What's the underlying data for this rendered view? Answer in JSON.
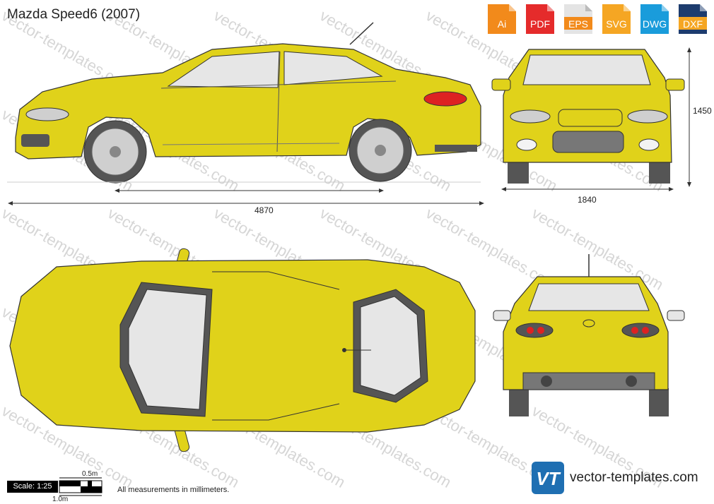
{
  "title": "Mazda Speed6 (2007)",
  "formats": [
    {
      "label": "Ai",
      "color": "#f28a1b"
    },
    {
      "label": "PDF",
      "color": "#e52b2b"
    },
    {
      "label": "EPS",
      "color": "#e9e9e9"
    },
    {
      "label": "SVG",
      "color": "#f5a623"
    },
    {
      "label": "DWG",
      "color": "#1a9cdb"
    },
    {
      "label": "DXF",
      "color": "#f5a623"
    }
  ],
  "watermark": "vector-templates.com",
  "dimensions": {
    "length": "4870",
    "width": "1840",
    "height": "1450"
  },
  "scale": {
    "label": "Scale: 1:25",
    "half_meter": "0.5m",
    "one_meter": "1.0m"
  },
  "note": "All measurements in millimeters.",
  "brand": {
    "logo_text": "VT",
    "url": "vector-templates.com"
  },
  "colors": {
    "body": "#e0d21a",
    "body_dark": "#b8a90c",
    "glass": "#e6e6e6",
    "tire": "#555555",
    "outline": "#333333"
  }
}
